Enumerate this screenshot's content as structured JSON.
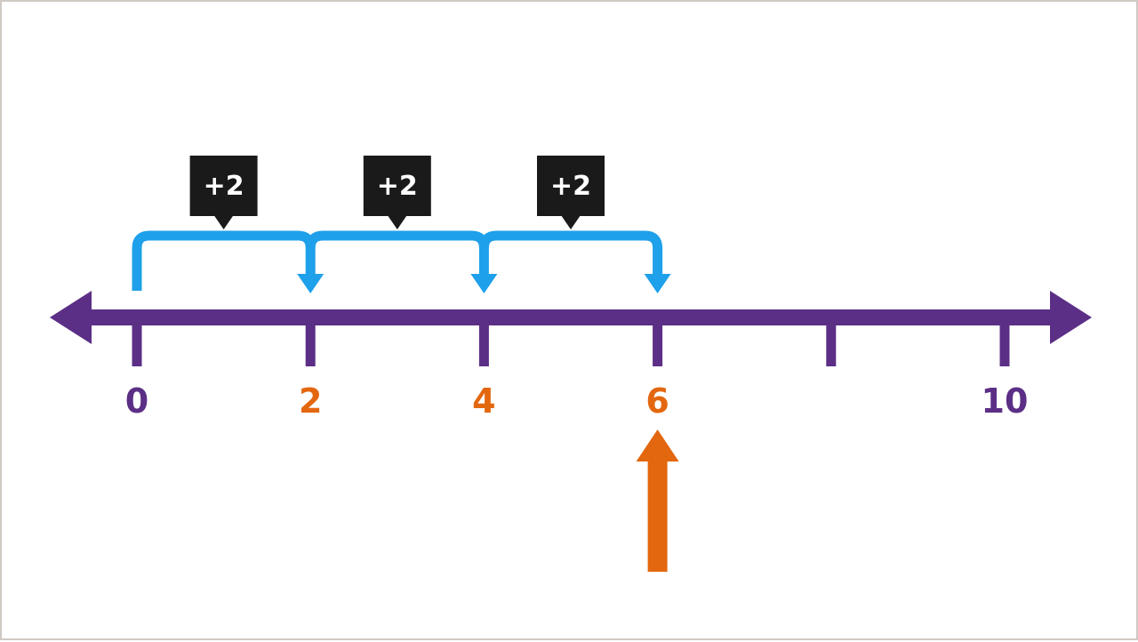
{
  "colors": {
    "line": "#5b2f86",
    "jump": "#1fa0ea",
    "highlight": "#e3670f",
    "label_box": "#1a1a1a",
    "label_text": "#ffffff"
  },
  "number_line": {
    "tick_values": [
      0,
      2,
      4,
      6,
      8,
      10
    ],
    "labels": [
      {
        "text": "0",
        "value": 0,
        "highlighted": false
      },
      {
        "text": "2",
        "value": 2,
        "highlighted": true
      },
      {
        "text": "4",
        "value": 4,
        "highlighted": true
      },
      {
        "text": "6",
        "value": 6,
        "highlighted": true
      },
      {
        "text": "10",
        "value": 10,
        "highlighted": false
      }
    ]
  },
  "jumps": [
    {
      "from": 0,
      "to": 2,
      "label": "+2"
    },
    {
      "from": 2,
      "to": 4,
      "label": "+2"
    },
    {
      "from": 4,
      "to": 6,
      "label": "+2"
    }
  ],
  "answer": {
    "value": 6,
    "icon": "up-arrow-icon"
  }
}
